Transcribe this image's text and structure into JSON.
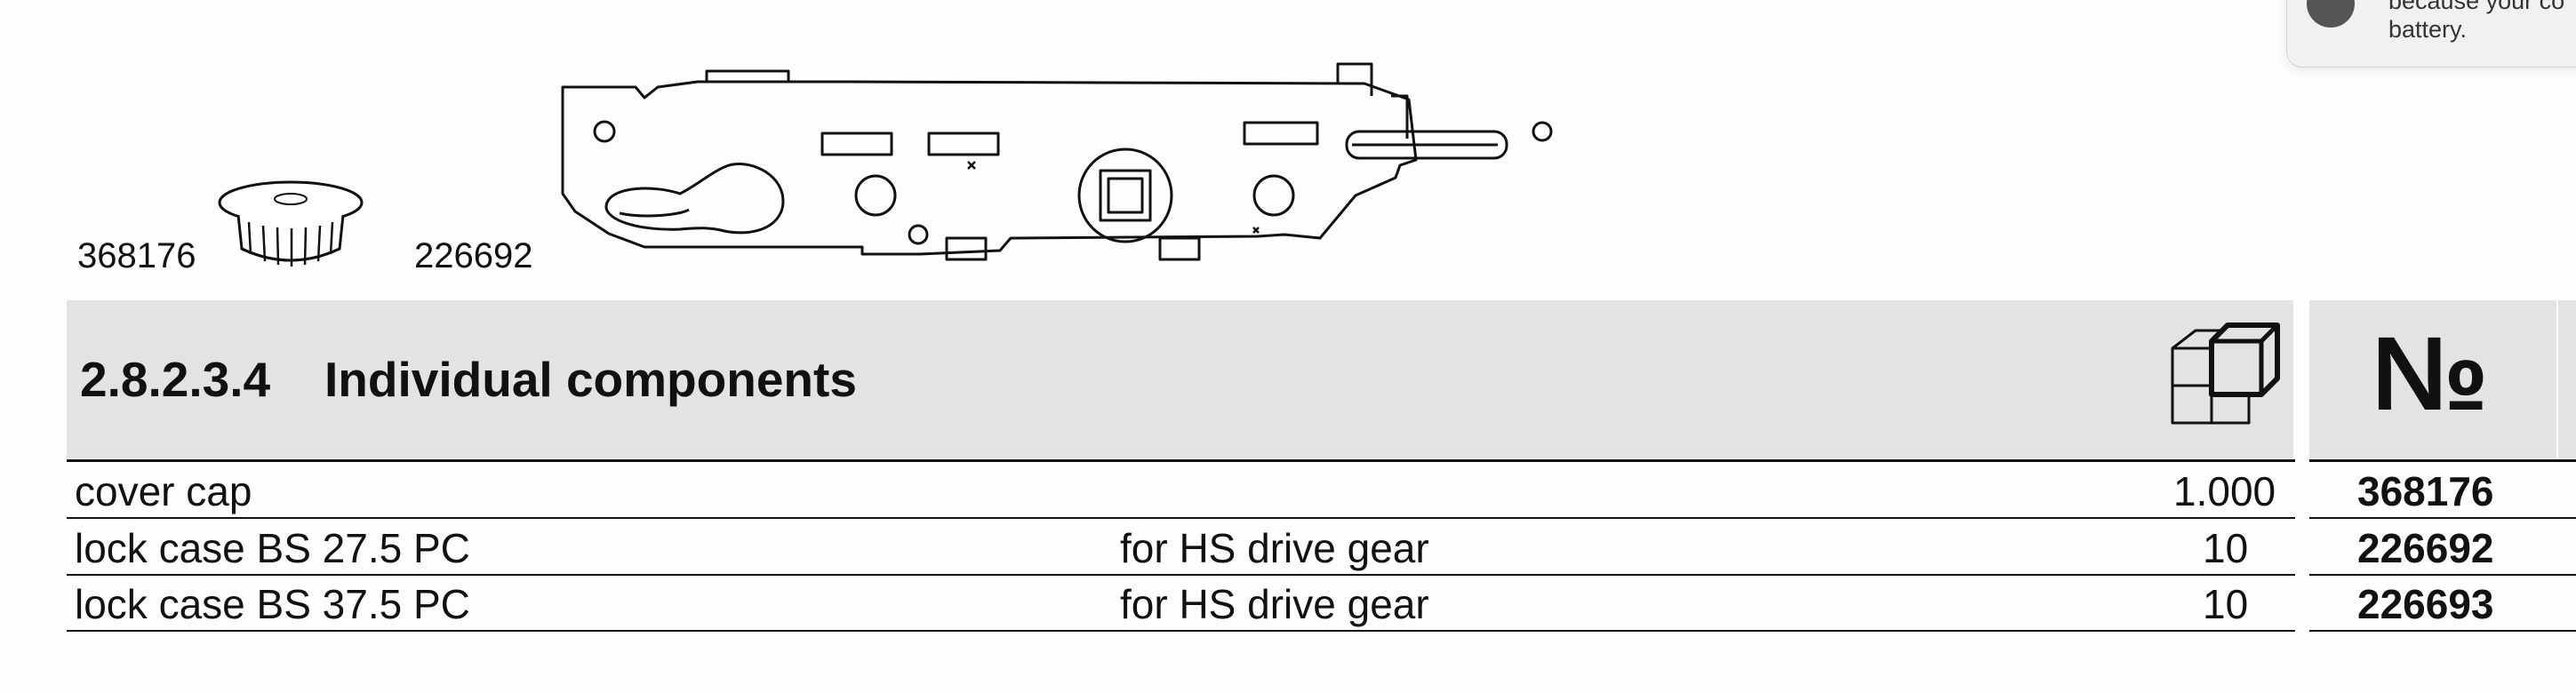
{
  "illustrations": {
    "cover_cap_label": "368176",
    "lock_case_label": "226692"
  },
  "section": {
    "number": "2.8.2.3.4",
    "title": "Individual components",
    "packaging_icon": "package-cubes-icon",
    "order_number_symbol": "№"
  },
  "rows": [
    {
      "description": "cover cap",
      "note": "",
      "quantity": "1.000",
      "article_number": "368176"
    },
    {
      "description": "lock case BS 27.5 PC",
      "note": "for HS drive gear",
      "quantity": "10",
      "article_number": "226692"
    },
    {
      "description": "lock case BS 37.5 PC",
      "note": "for HS drive gear",
      "quantity": "10",
      "article_number": "226693"
    }
  ],
  "notification": {
    "line1": "because your co",
    "line2": "battery."
  },
  "colors": {
    "header_background": "#e3e3e3",
    "text": "#111111",
    "page_background": "#fdfdfd"
  }
}
